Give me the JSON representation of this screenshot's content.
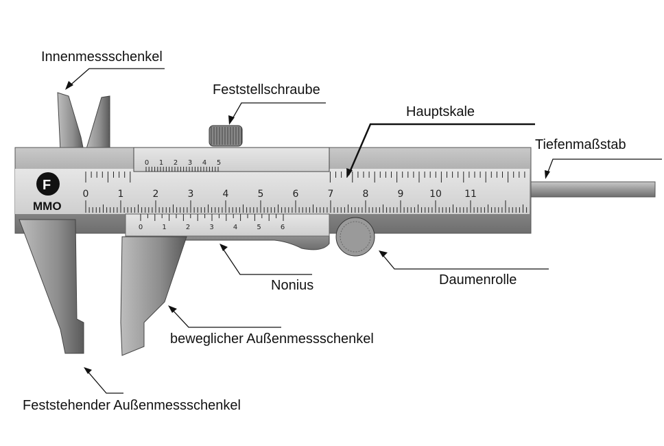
{
  "labels": {
    "inner_jaws": "Innenmessschenkel",
    "locking_screw": "Feststellschraube",
    "main_scale": "Hauptskale",
    "depth_rod": "Tiefenmaßstab",
    "vernier": "Nonius",
    "thumb_wheel": "Daumenrolle",
    "movable_jaw": "beweglicher Außenmessschenkel",
    "fixed_jaw": "Feststehender Außenmessschenkel"
  },
  "brand": "MMO",
  "main_scale_numbers": [
    "0",
    "1",
    "2",
    "3",
    "4",
    "5",
    "6",
    "7",
    "8",
    "9",
    "10",
    "11"
  ],
  "vernier_numbers": [
    "0",
    "1",
    "2",
    "3",
    "4",
    "5",
    "6"
  ],
  "top_vernier_numbers": [
    "0",
    "1",
    "2",
    "3",
    "4",
    "5"
  ]
}
